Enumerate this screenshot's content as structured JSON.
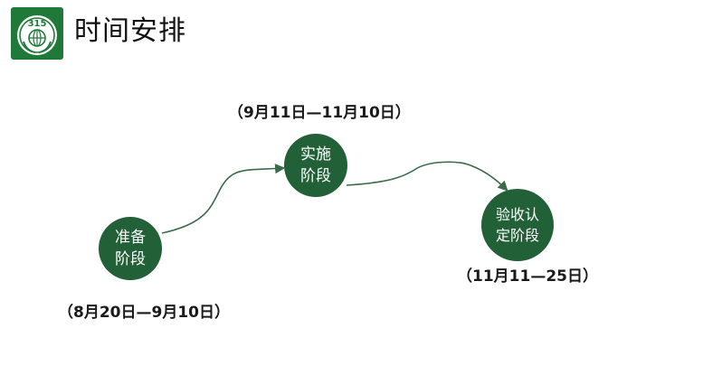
{
  "header": {
    "title": "时间安排",
    "logo_text": "315"
  },
  "colors": {
    "stage_fill": "#226038",
    "logo_fill": "#1f7a3a",
    "connector": "#3a6b48"
  },
  "stages": [
    {
      "line1": "准备",
      "line2": "阶段",
      "date": "（8月20日—9月10日）"
    },
    {
      "line1": "实施",
      "line2": "阶段",
      "date": "（9月11日—11月10日）"
    },
    {
      "line1": "验收认",
      "line2": "定阶段",
      "date": "（11月11—25日）"
    }
  ]
}
